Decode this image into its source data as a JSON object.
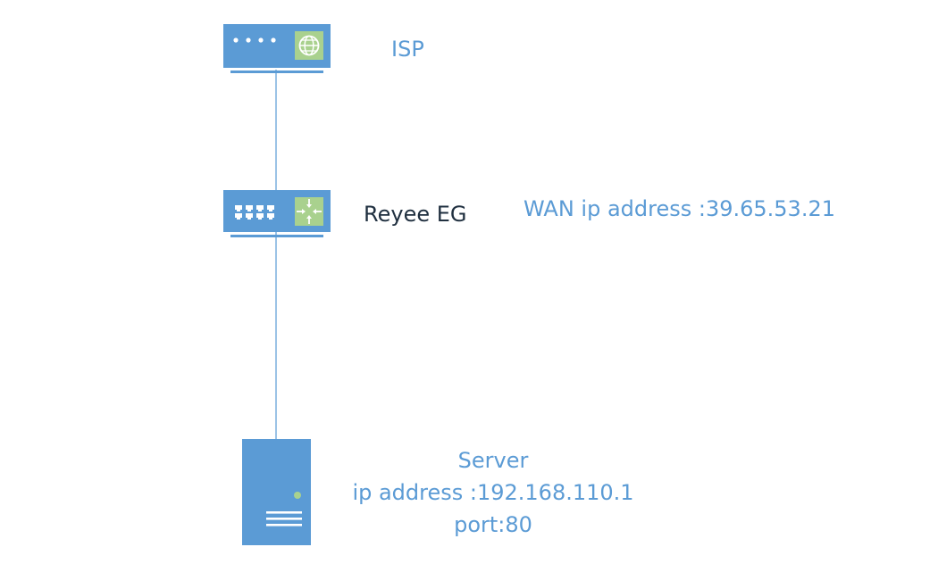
{
  "colors": {
    "device_fill": "#5b9bd5",
    "device_light": "#ffffff",
    "accent_green": "#a9d18e",
    "line": "#5b9bd5",
    "label_blue": "#5b9bd5",
    "label_dark": "#203040"
  },
  "nodes": {
    "isp": {
      "label": "ISP",
      "icon": "globe-icon"
    },
    "gateway": {
      "label": "Reyee EG",
      "icon": "router-arrows-icon",
      "wan_info": "WAN ip address :39.65.53.21"
    },
    "server": {
      "label": "Server",
      "icon": "server-tower-icon",
      "ip_info": "ip address :192.168.110.1",
      "port_info": "port:80"
    }
  }
}
